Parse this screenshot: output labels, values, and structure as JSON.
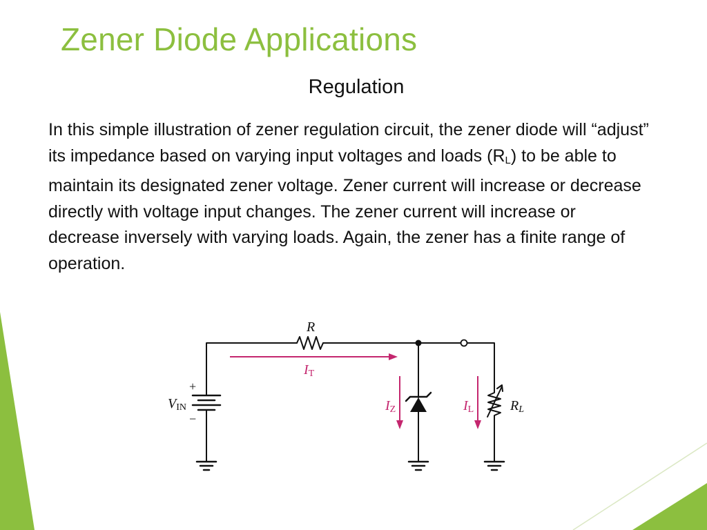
{
  "slide": {
    "title": "Zener Diode Applications",
    "subtitle": "Regulation",
    "body": {
      "part1": "In this simple illustration of zener regulation circuit, the zener diode will “adjust” its impedance based on varying input voltages and loads (R",
      "sub": "L",
      "part2": ") to be able to maintain its designated zener voltage. Zener current will increase or decrease directly with voltage input changes. The zener current will increase or decrease inversely with varying loads. Again, the zener has a finite range of operation."
    }
  },
  "circuit": {
    "resistor_label": "R",
    "source_label_main": "V",
    "source_label_sub": "IN",
    "plus_sign": "+",
    "minus_sign": "−",
    "total_current_main": "I",
    "total_current_sub": "T",
    "zener_current_main": "I",
    "zener_current_sub": "Z",
    "load_current_main": "I",
    "load_current_sub": "L",
    "load_label_main": "R",
    "load_label_sub": "L"
  },
  "colors": {
    "accent_green": "#8cbf3f",
    "current_arrow": "#c4266e",
    "text": "#111111",
    "wire": "#111111"
  }
}
